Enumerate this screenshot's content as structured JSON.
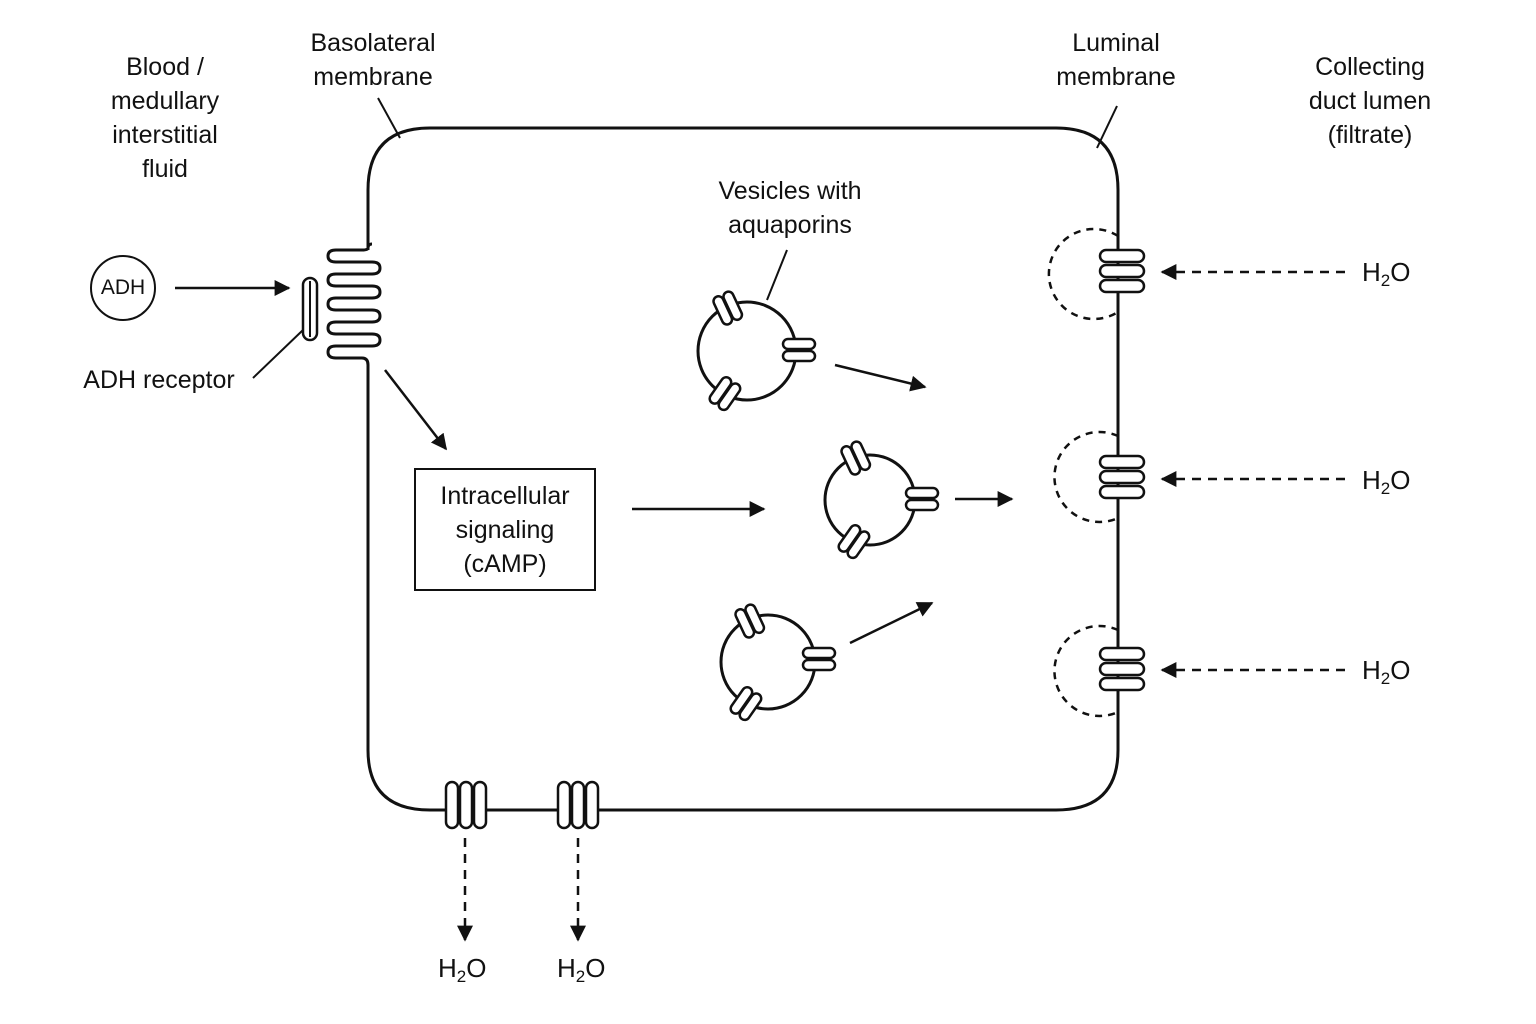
{
  "labels": {
    "blood": [
      "Blood /",
      "medullary",
      "interstitial",
      "fluid"
    ],
    "basolateral": [
      "Basolateral",
      "membrane"
    ],
    "luminal": [
      "Luminal",
      "membrane"
    ],
    "lumen": [
      "Collecting",
      "duct lumen",
      "(filtrate)"
    ],
    "vesicles": [
      "Vesicles with",
      "aquaporins"
    ],
    "adh_receptor": "ADH receptor",
    "adh": "ADH",
    "signaling": [
      "Intracellular",
      "signaling",
      "(cAMP)"
    ]
  },
  "water": {
    "base": "H",
    "sub": "2",
    "tail": "O"
  },
  "colors": {
    "stroke": "#111111",
    "background": "#ffffff"
  }
}
